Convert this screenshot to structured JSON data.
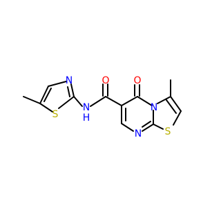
{
  "molecule": {
    "atoms": {
      "thiazole_s": {
        "label": "S",
        "color": "#b8b000"
      },
      "thiazole_n": {
        "label": "N",
        "color": "#0000ff"
      },
      "amide_nh": {
        "label": "N",
        "color": "#0000ff"
      },
      "amide_h": {
        "label": "H",
        "color": "#0000ff"
      },
      "amide_o": {
        "label": "O",
        "color": "#ff0000"
      },
      "ring_o": {
        "label": "O",
        "color": "#ff0000"
      },
      "ring_n_top": {
        "label": "N",
        "color": "#0000ff"
      },
      "ring_n_bottom": {
        "label": "N",
        "color": "#0000ff"
      },
      "ring_s": {
        "label": "S",
        "color": "#b8b000"
      }
    }
  }
}
